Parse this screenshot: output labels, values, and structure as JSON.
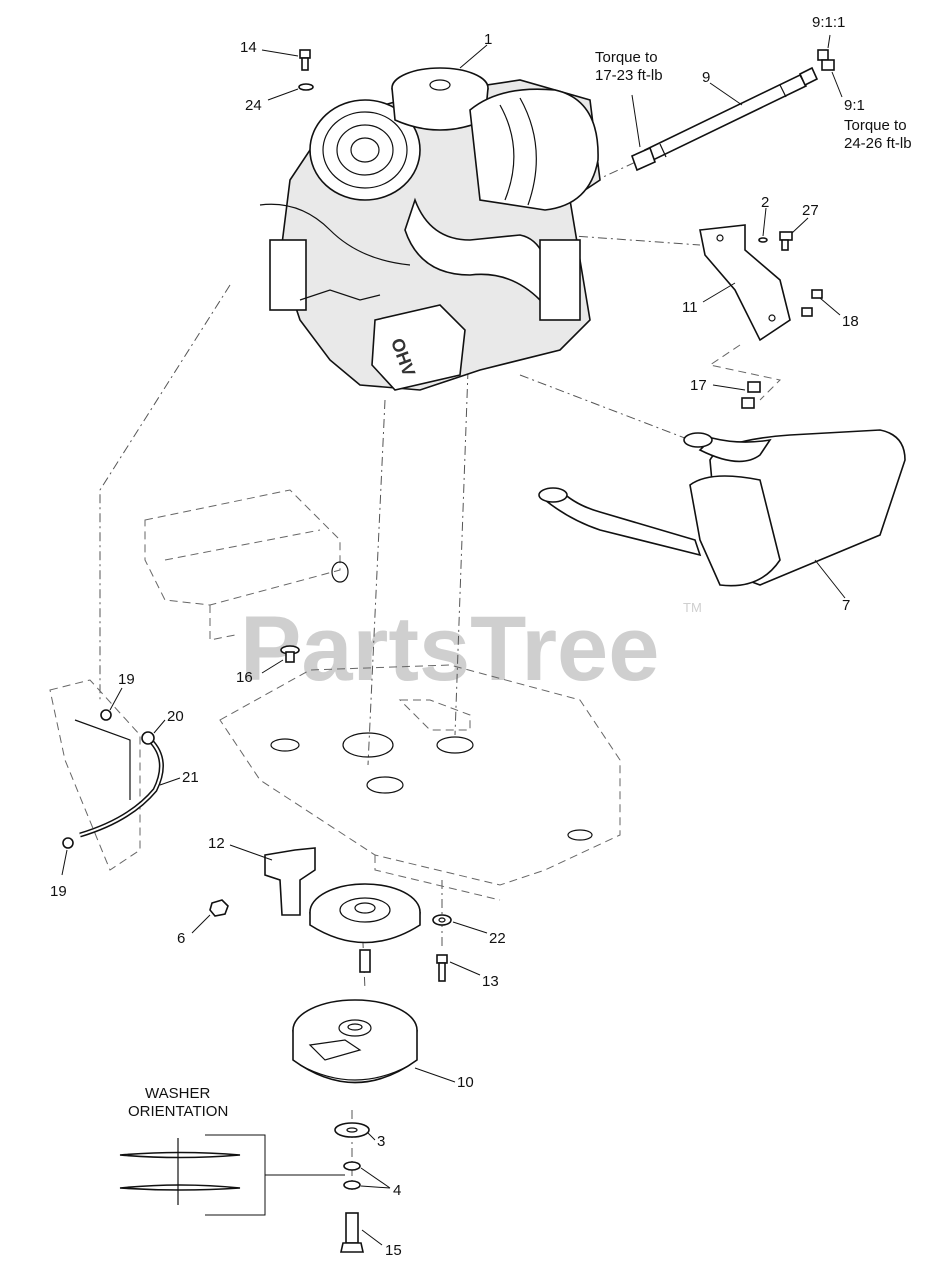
{
  "watermark": {
    "text": "PartsTree",
    "trademark": "TM"
  },
  "notes": {
    "torque_hose_line1": "Torque to",
    "torque_hose_line2": "17-23 ft-lb",
    "fitting_ratio_top": "9:1:1",
    "fitting_ratio": "9:1",
    "torque_fitting_line1": "Torque to",
    "torque_fitting_line2": "24-26 ft-lb",
    "washer_line1": "WASHER",
    "washer_line2": "ORIENTATION"
  },
  "callouts": {
    "c1": "1",
    "c2": "2",
    "c3": "3",
    "c4": "4",
    "c6": "6",
    "c7": "7",
    "c9": "9",
    "c10": "10",
    "c11": "11",
    "c12": "12",
    "c13": "13",
    "c14": "14",
    "c15": "15",
    "c16": "16",
    "c17": "17",
    "c18": "18",
    "c19a": "19",
    "c19b": "19",
    "c20": "20",
    "c21": "21",
    "c22": "22",
    "c24": "24",
    "c27": "27"
  }
}
